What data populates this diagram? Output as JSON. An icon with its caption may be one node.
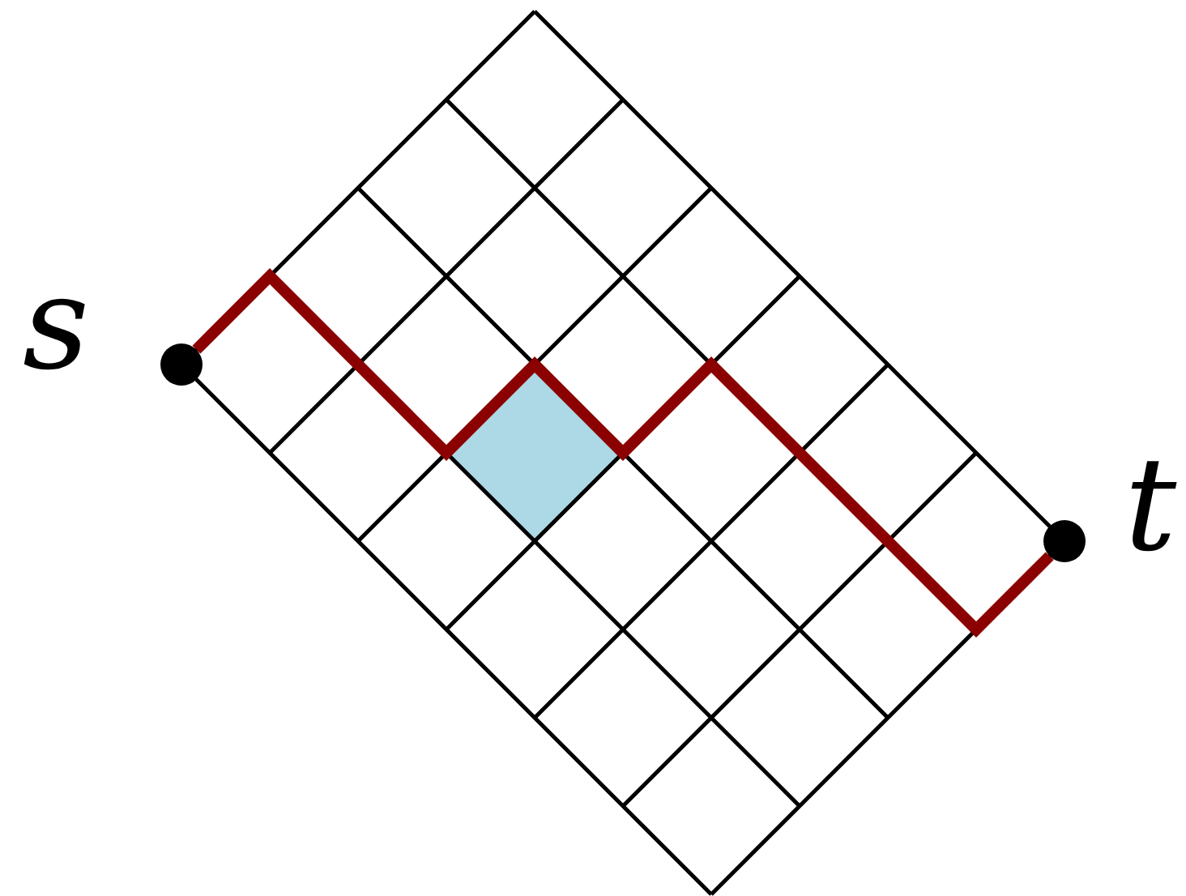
{
  "diagram": {
    "nodes": [
      {
        "text": [],
        "shape": "circle",
        "beside": [
          "s"
        ]
      },
      {
        "text": [],
        "shape": "circle",
        "beside": [
          "t"
        ]
      }
    ],
    "edges": [
      {
        "from": 0,
        "to": 1,
        "arrow": "none"
      }
    ]
  }
}
